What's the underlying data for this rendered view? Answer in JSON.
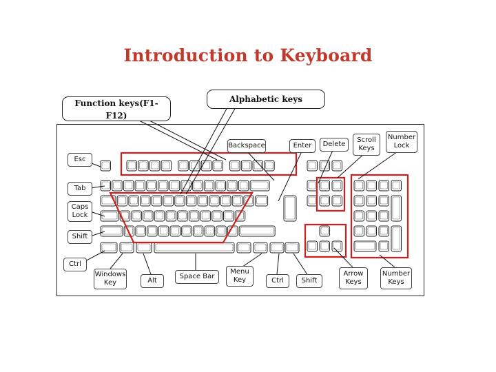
{
  "title": "Introduction to Keyboard",
  "callouts": {
    "function_keys": "Function keys(F1-\nF12)",
    "alphabetic_keys": "Alphabetic keys"
  },
  "labels": {
    "esc": "Esc",
    "tab": "Tab",
    "caps_lock": "Caps\nLock",
    "shift_left": "Shift",
    "ctrl_left": "Ctrl",
    "windows_key": "Windows\nKey",
    "alt": "Alt",
    "space_bar": "Space Bar",
    "menu_key": "Menu\nKey",
    "ctrl_right": "Ctrl",
    "shift_right": "Shift",
    "arrow_keys": "Arrow\nKeys",
    "number_keys": "Number\nKeys",
    "backspace": "Backspace",
    "enter": "Enter",
    "delete": "Delete",
    "scroll_keys": "Scroll\nKeys",
    "number_lock": "Number\nLock"
  },
  "colors": {
    "title": "#c0392b",
    "highlight": "#cc1f1f",
    "key_fill": "#ffffff",
    "key_stroke": "#222222"
  }
}
